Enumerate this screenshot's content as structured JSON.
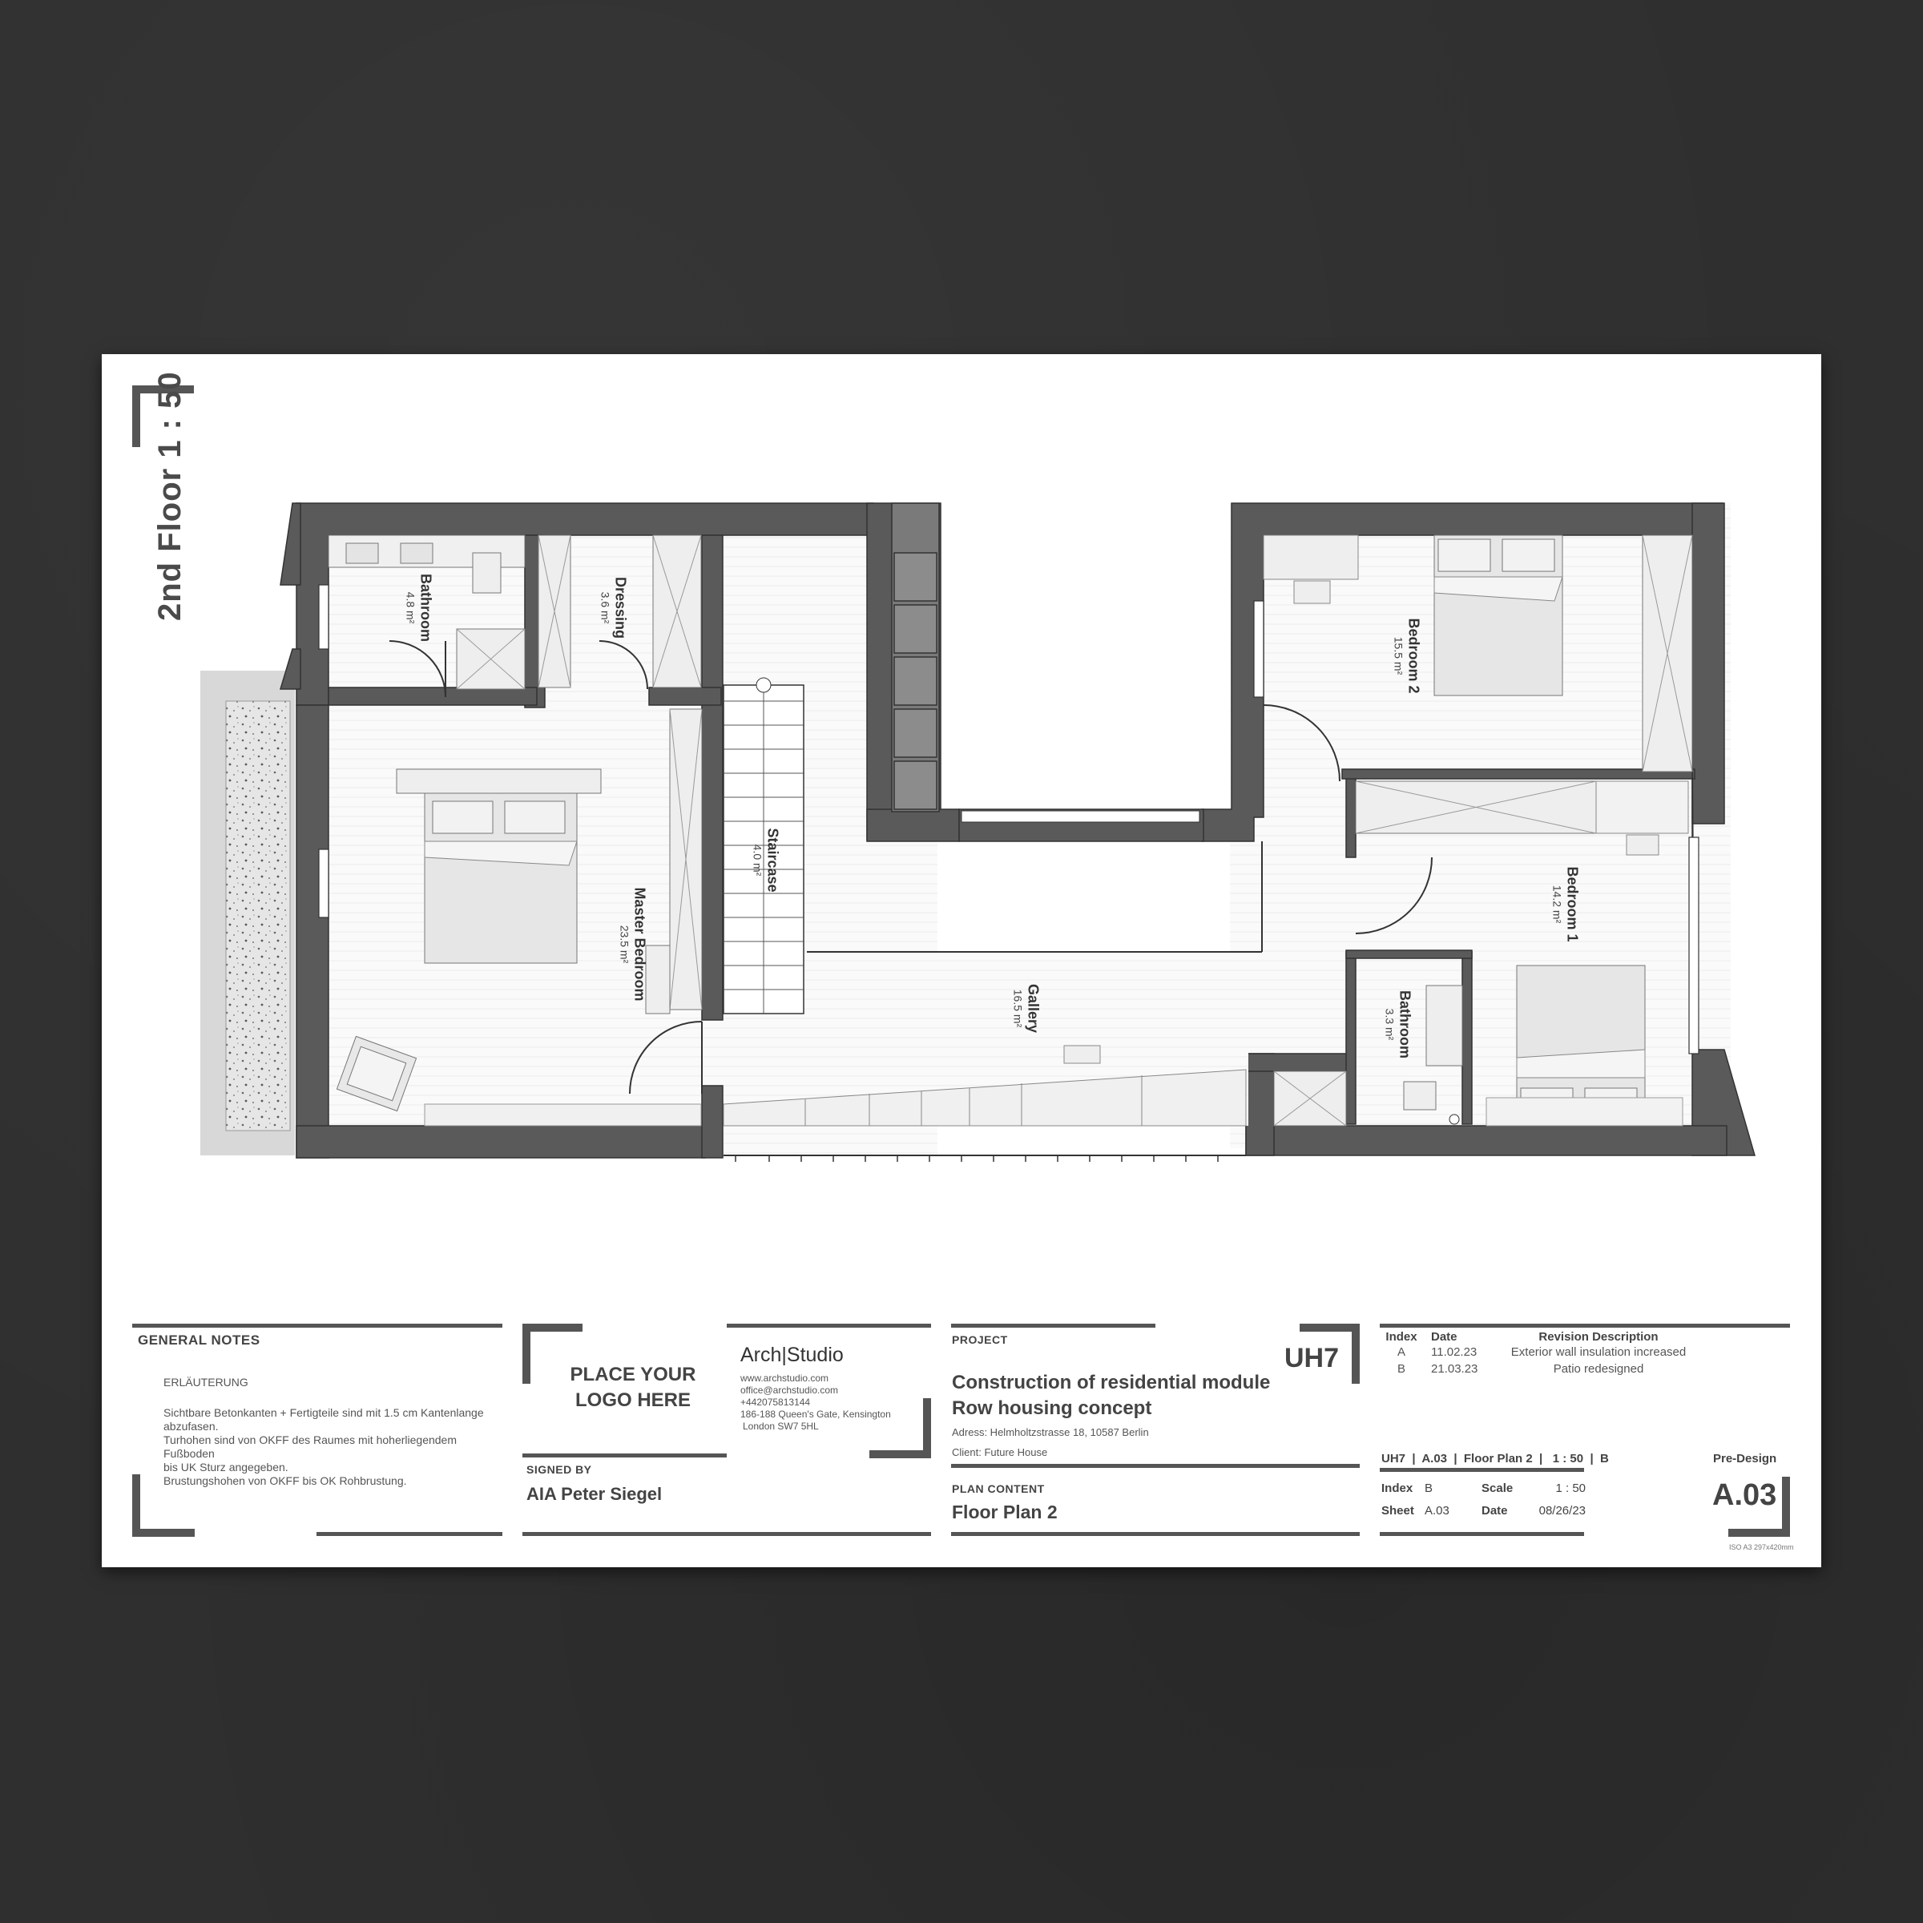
{
  "drawing": {
    "title": "2nd Floor 1 : 50",
    "rooms": [
      {
        "name": "Bathroom",
        "area": "4.8 m²"
      },
      {
        "name": "Dressing",
        "area": "3.6 m²"
      },
      {
        "name": "Master Bedroom",
        "area": "23.5 m²"
      },
      {
        "name": "Staircase",
        "area": "4.0 m²"
      },
      {
        "name": "Gallery",
        "area": "16.5 m²"
      },
      {
        "name": "Bedroom 2",
        "area": "15.5 m²"
      },
      {
        "name": "Bedroom 1",
        "area": "14.2 m²"
      },
      {
        "name": "Bathroom",
        "area": "3.3 m²"
      }
    ]
  },
  "notes": {
    "heading": "GENERAL NOTES",
    "subheading": "ERLÄUTERUNG",
    "lines": [
      "Sichtbare Betonkanten + Fertigteile sind mit 1.5 cm Kantenlange",
      "abzufasen.",
      "Turhohen sind von OKFF des Raumes mit hoherliegendem Fußboden",
      "bis UK Sturz angegeben.",
      "Brustungshohen von OKFF bis OK Rohbrustung."
    ]
  },
  "logo": {
    "placeholder_line1": "PLACE YOUR",
    "placeholder_line2": "LOGO HERE",
    "signed_by_label": "SIGNED BY",
    "signed_by": "AIA Peter Siegel"
  },
  "studio": {
    "name": "Arch|Studio",
    "web": "www.archstudio.com",
    "email": "office@archstudio.com",
    "phone": "+442075813144",
    "address1": "186-188 Queen's Gate, Kensington",
    "address2": "London SW7 5HL"
  },
  "project": {
    "label": "PROJECT",
    "title1": "Construction of residential module",
    "title2": "Row housing concept",
    "address": "Adress: Helmholtzstrasse 18, 10587 Berlin",
    "client": "Client:  Future House",
    "plan_content_label": "PLAN CONTENT",
    "plan_content": "Floor Plan 2",
    "code": "UH7"
  },
  "revisions": {
    "headers": [
      "Index",
      "Date",
      "Revision Description"
    ],
    "rows": [
      [
        "A",
        "11.02.23",
        "Exterior wall insulation increased"
      ],
      [
        "B",
        "21.03.23",
        "Patio redesigned"
      ]
    ]
  },
  "sheet_info": {
    "summary": "UH7  |  A.03  |  Floor Plan 2  |   1 : 50  |  B",
    "stage": "Pre-Design",
    "index_label": "Index",
    "index": "B",
    "scale_label": "Scale",
    "scale": "1 : 50",
    "sheet_label": "Sheet",
    "sheet": "A.03",
    "date_label": "Date",
    "date": "08/26/23",
    "sheet_number": "A.03",
    "paper": "ISO A3 297x420mm"
  }
}
